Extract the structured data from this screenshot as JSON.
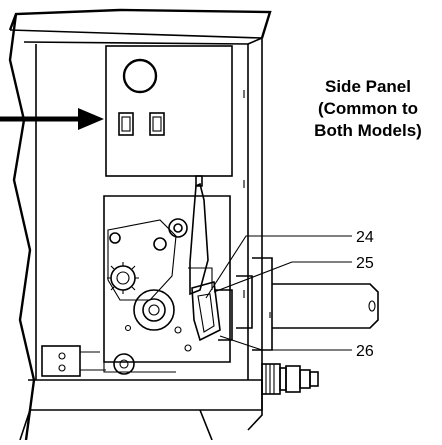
{
  "caption": {
    "line1": "Side Panel",
    "line2": "(Common to",
    "line3": "Both Models)"
  },
  "ref_numbers": {
    "n24": "24",
    "n25": "25",
    "n26": "26"
  },
  "colors": {
    "stroke": "#000000",
    "panel_fill": "#ffffff",
    "arrow": "#000000"
  }
}
